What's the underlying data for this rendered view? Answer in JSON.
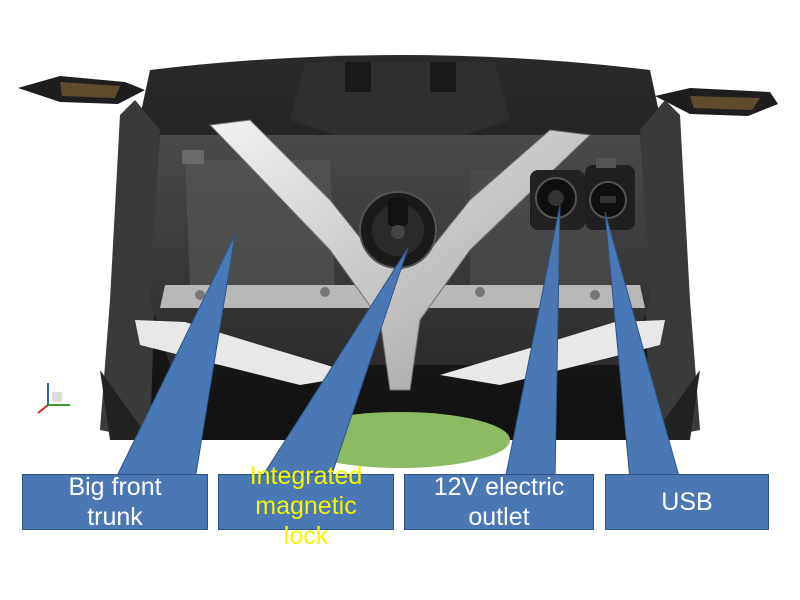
{
  "colors": {
    "callout_fill": "#4a78b4",
    "callout_text": "#ffffff",
    "lock_text": "#f5f500",
    "fender_green": "#8dbb63"
  },
  "callouts": [
    {
      "id": "trunk",
      "text": "Big front\ntrunk"
    },
    {
      "id": "lock",
      "text": "Integrated\nmagnetic\nlock"
    },
    {
      "id": "outlet",
      "text": "12V electric\noutlet"
    },
    {
      "id": "usb",
      "text": "USB"
    }
  ],
  "image": {
    "subject": "scooter front storage compartment",
    "icons": [
      "axis-triad-icon",
      "lock-cylinder-icon",
      "12v-socket-icon",
      "usb-socket-icon"
    ]
  }
}
